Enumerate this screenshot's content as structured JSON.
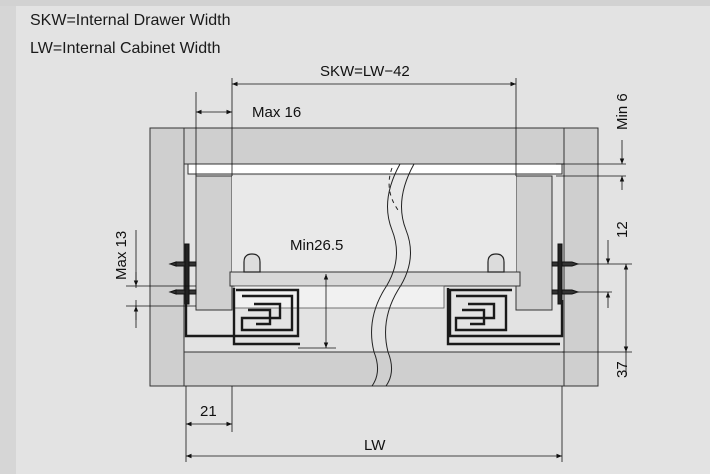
{
  "legend": {
    "skw": "SKW=Internal Drawer Width",
    "lw": "LW=Internal Cabinet Width"
  },
  "dimensions": {
    "skw_formula": "SKW=LW−42",
    "max16": "Max 16",
    "min6": "Min 6",
    "max13": "Max 13",
    "min26_5": "Min26.5",
    "d12": "12",
    "d37": "37",
    "d21": "21",
    "lw": "LW"
  },
  "colors": {
    "background": "#e3e3e3",
    "cabinet": "#cfcfcf",
    "drawer_front": "#d4d4d4",
    "outline": "#222222",
    "slide": "#1a1a1a"
  }
}
